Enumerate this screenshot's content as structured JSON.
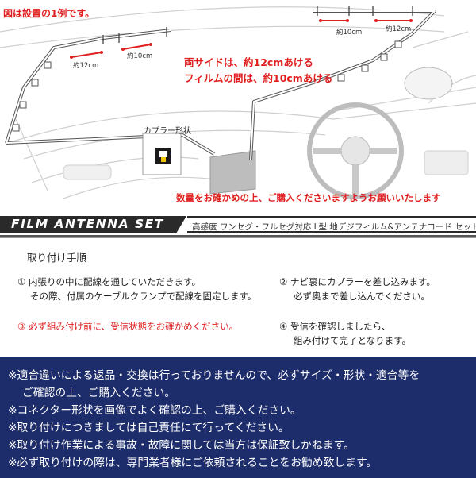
{
  "illustration": {
    "title_note": "図は設置の1例です。",
    "coupler_label": "カプラー形状",
    "spacing_note_1": "両サイドは、約12cmあける",
    "spacing_note_2": "フィルムの間は、約10cmあける",
    "confirm_note": "数量をお確かめの上、ご購入くださいますようお願いいたします",
    "measure_left_12": "約12cm",
    "measure_left_10": "約10cm",
    "measure_right_10": "約10cm",
    "measure_right_12": "約12cm"
  },
  "banner": {
    "title": "FILM ANTENNA SET",
    "subtitle": "高感度 ワンセグ・フルセグ対応 L型 地デジフィルム&アンテナコード セット"
  },
  "steps": {
    "heading": "取り付け手順",
    "step1_line1": "① 内張りの中に配線を通していただきます。",
    "step1_line2": "その際、付属のケーブルクランプで配線を固定します。",
    "step2_line1": "② ナビ裏にカプラーを差し込みます。",
    "step2_line2": "必ず奥まで差し込んでください。",
    "step3": "③ 必ず組み付け前に、受信状態をお確かめください。",
    "step4_line1": "④ 受信を確認しましたら、",
    "step4_line2": "組み付けて完了となります。"
  },
  "notes": [
    "※適合違いによる返品・交換は行っておりませんので、必ずサイズ・形状・適合等を",
    "ご確認の上、ご購入ください。",
    "※コネクター形状を画像でよく確認の上、ご購入ください。",
    "※取り付けにつきましては自己責任にて行ってください。",
    "※取り付け作業による事故・故障に関しては当方は保証致しかねます。",
    "※必ず取り付けの際は、専門業者様にご依頼されることをお勧め致します。"
  ],
  "colors": {
    "accent_red": "#e02020",
    "notes_bg": "#1d2d6b",
    "banner_dark": "#2a2a2a"
  }
}
